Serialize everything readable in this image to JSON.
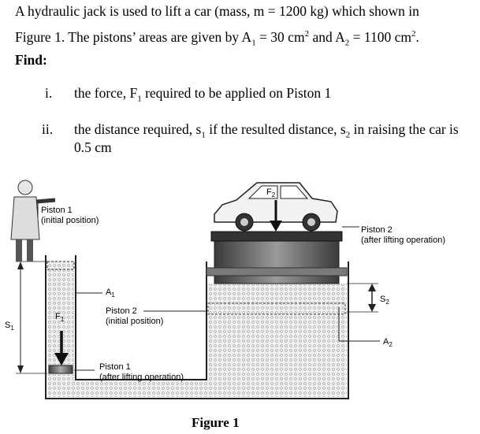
{
  "problem": {
    "line1": "A hydraulic jack is used to lift a car (mass, m = 1200 kg) which shown in",
    "line2_a": "Figure 1. The pistons’ areas are given by A",
    "line2_sub1": "1",
    "line2_b": " = 30 cm",
    "line2_sup1": "2",
    "line2_c": " and A",
    "line2_sub2": "2",
    "line2_d": " = 1100 cm",
    "line2_sup2": "2",
    "line2_e": ".",
    "find_label": "Find:"
  },
  "questions": [
    {
      "number": "i.",
      "text_a": "the force, F",
      "sub": "1",
      "text_b": " required to be applied on Piston 1"
    },
    {
      "number": "ii.",
      "text_a": "the distance required, s",
      "sub": "1",
      "text_b": " if the resulted distance, s",
      "sub2": "2",
      "text_c": " in raising the car is",
      "text_d": "0.5 cm"
    }
  ],
  "figure": {
    "caption": "Figure 1",
    "labels": {
      "piston1_initial_line1": "Piston 1",
      "piston1_initial_line2": "(initial position)",
      "piston2_after_line1": "Piston 2",
      "piston2_after_line2": "(after lifting operation)",
      "a1": "A",
      "a1_sub": "1",
      "piston2_initial_line1": "Piston 2",
      "piston2_initial_line2": "(initial position)",
      "f1": "F",
      "f1_sub": "1",
      "s1": "S",
      "s1_sub": "1",
      "s2": "S",
      "s2_sub": "2",
      "a2": "A",
      "a2_sub": "2",
      "piston1_after_line1": "Piston 1",
      "piston1_after_line2": "(after lifting operation)",
      "f2": "F",
      "f2_sub": "2"
    }
  },
  "colors": {
    "fluid": "#e8e8e8",
    "piston_dark": "#4a4a4a",
    "piston_mid": "#8a8a8a",
    "platform": "#3a3a3a",
    "text": "#000000"
  }
}
